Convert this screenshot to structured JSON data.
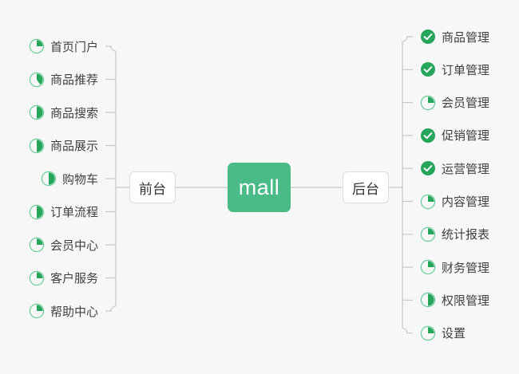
{
  "theme": {
    "background": "#f7f7f7",
    "accent_green": "#4abb86",
    "icon_green": "#26a65b",
    "icon_ring": "#6fcf9b",
    "node_text": "#333333",
    "leaf_text": "#404040",
    "connector": "#c8c8c8",
    "branch_border": "#dcdcdc"
  },
  "center": {
    "label": "mall"
  },
  "branches": [
    {
      "side": "left",
      "label": "前台",
      "items": [
        {
          "label": "首页门户",
          "icon": "pie-progress-icon",
          "progress": 25,
          "done": false
        },
        {
          "label": "商品推荐",
          "icon": "pie-progress-icon",
          "progress": 40,
          "done": false
        },
        {
          "label": "商品搜索",
          "icon": "pie-progress-icon",
          "progress": 50,
          "done": false
        },
        {
          "label": "商品展示",
          "icon": "pie-progress-icon",
          "progress": 50,
          "done": false
        },
        {
          "label": "购物车",
          "icon": "pie-progress-icon",
          "progress": 50,
          "done": false
        },
        {
          "label": "订单流程",
          "icon": "pie-progress-icon",
          "progress": 50,
          "done": false
        },
        {
          "label": "会员中心",
          "icon": "pie-progress-icon",
          "progress": 25,
          "done": false
        },
        {
          "label": "客户服务",
          "icon": "pie-progress-icon",
          "progress": 25,
          "done": false
        },
        {
          "label": "帮助中心",
          "icon": "pie-progress-icon",
          "progress": 25,
          "done": false
        }
      ]
    },
    {
      "side": "right",
      "label": "后台",
      "items": [
        {
          "label": "商品管理",
          "icon": "check-circle-icon",
          "progress": 100,
          "done": true
        },
        {
          "label": "订单管理",
          "icon": "check-circle-icon",
          "progress": 100,
          "done": true
        },
        {
          "label": "会员管理",
          "icon": "pie-progress-icon",
          "progress": 25,
          "done": false
        },
        {
          "label": "促销管理",
          "icon": "check-circle-icon",
          "progress": 100,
          "done": true
        },
        {
          "label": "运营管理",
          "icon": "check-circle-icon",
          "progress": 100,
          "done": true
        },
        {
          "label": "内容管理",
          "icon": "pie-progress-icon",
          "progress": 25,
          "done": false
        },
        {
          "label": "统计报表",
          "icon": "pie-progress-icon",
          "progress": 25,
          "done": false
        },
        {
          "label": "财务管理",
          "icon": "pie-progress-icon",
          "progress": 25,
          "done": false
        },
        {
          "label": "权限管理",
          "icon": "pie-progress-icon",
          "progress": 50,
          "done": false
        },
        {
          "label": "设置",
          "icon": "pie-progress-icon",
          "progress": 25,
          "done": false
        }
      ]
    }
  ]
}
